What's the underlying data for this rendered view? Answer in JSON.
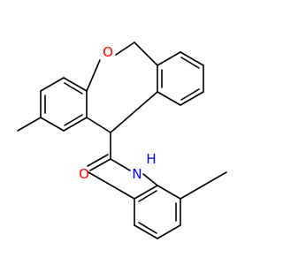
{
  "molecule": {
    "atoms": {
      "oxygen": "O",
      "amide_oxygen": "O",
      "nitrogen": "N",
      "hydrogen": "H"
    },
    "colors": {
      "bond": "#000000",
      "oxygen": "#ff0000",
      "nitrogen": "#0000ff"
    }
  }
}
